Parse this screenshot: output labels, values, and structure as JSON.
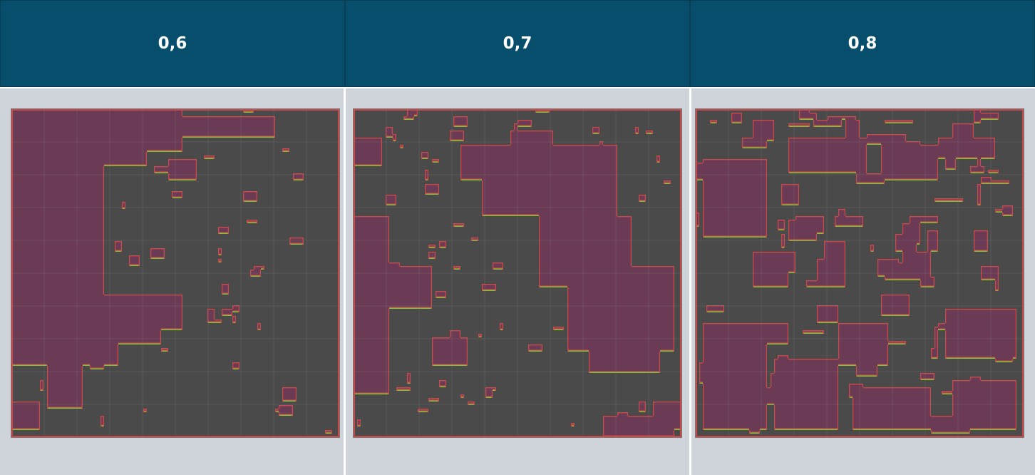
{
  "columns": [
    {
      "label": "0,6"
    },
    {
      "label": "0,7"
    },
    {
      "label": "0,8"
    }
  ],
  "colors": {
    "header_bg": "#064e6c",
    "header_text": "#ffffff",
    "cell_bg": "#cfd3da",
    "floor": "#4a4a4a",
    "void": "#6b3a55",
    "wall_red": "#c94a4a",
    "wall_green": "#8fbf3a",
    "grid": "#7a7a7a"
  }
}
